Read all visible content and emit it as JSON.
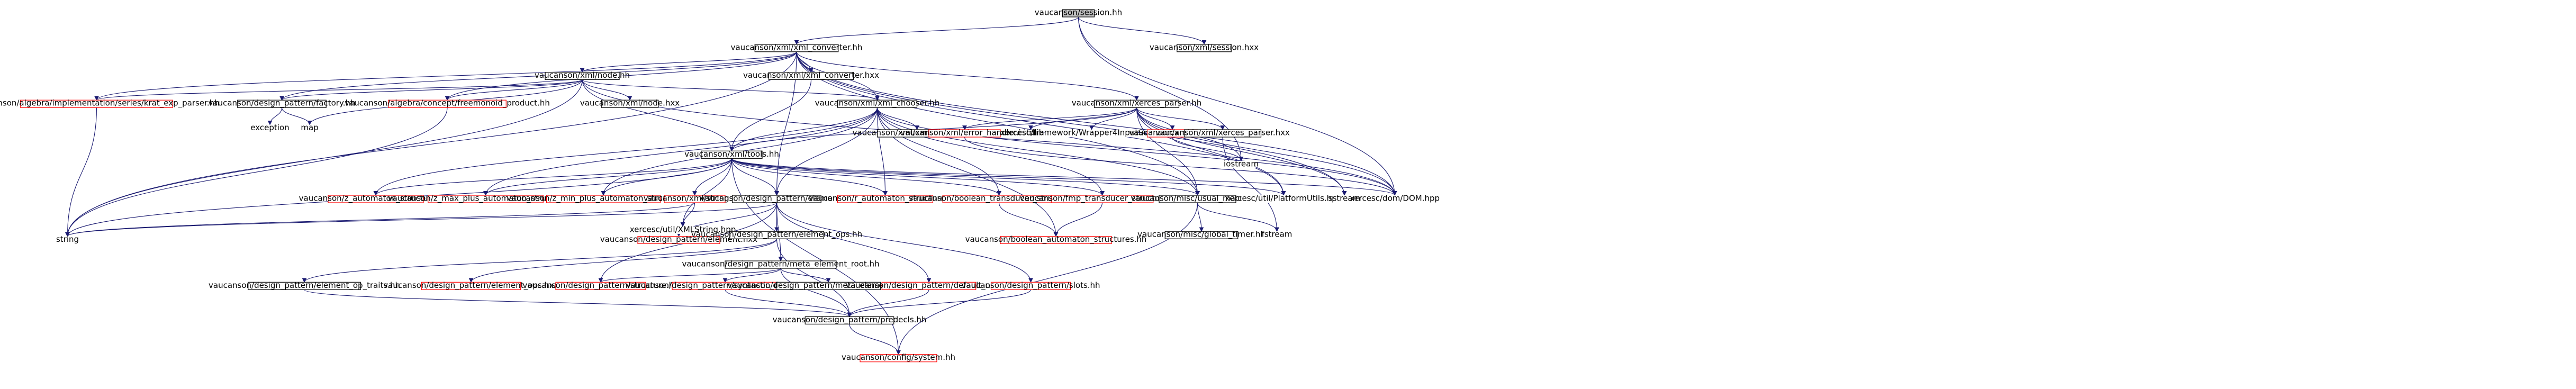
{
  "colors": {
    "edge": "#191970",
    "root_fill": "#bfbfbf",
    "node_border": "#000000",
    "missing_border": "#ff0000",
    "fill": "#ffffff"
  },
  "nodes": [
    {
      "id": "n0",
      "label": "vaucanson/session.hh",
      "kind": "root"
    },
    {
      "id": "n1",
      "label": "vaucanson/xml/xml_converter.hh",
      "kind": "normal"
    },
    {
      "id": "n2",
      "label": "vaucanson/xml/session.hxx",
      "kind": "normal"
    },
    {
      "id": "n3",
      "label": "vaucanson/xml/node.hh",
      "kind": "normal"
    },
    {
      "id": "n4",
      "label": "vaucanson/xml/xml_converter.hxx",
      "kind": "normal"
    },
    {
      "id": "n5",
      "label": "vaucanson/algebra/implementation/series/krat_exp_parser.hh",
      "kind": "missing"
    },
    {
      "id": "n6",
      "label": "vaucanson/design_pattern/factory.hh",
      "kind": "normal"
    },
    {
      "id": "n7",
      "label": "vaucanson/algebra/concept/freemonoid_product.hh",
      "kind": "missing"
    },
    {
      "id": "n8",
      "label": "vaucanson/xml/node.hxx",
      "kind": "normal"
    },
    {
      "id": "n9",
      "label": "vaucanson/xml/xml_chooser.hh",
      "kind": "normal"
    },
    {
      "id": "n10",
      "label": "vaucanson/xml/xerces_parser.hh",
      "kind": "normal"
    },
    {
      "id": "n11",
      "label": "exception",
      "kind": "plain"
    },
    {
      "id": "n12",
      "label": "map",
      "kind": "plain"
    },
    {
      "id": "n13",
      "label": "vaucanson/xml/xml_chooser.hxx",
      "kind": "normal"
    },
    {
      "id": "n14",
      "label": "vaucanson/xml/error_handler.hh",
      "kind": "missing"
    },
    {
      "id": "n15",
      "label": "cstdlib",
      "kind": "plain"
    },
    {
      "id": "n16",
      "label": "xercesc/framework/Wrapper4InputSource.hpp",
      "kind": "plain"
    },
    {
      "id": "n17",
      "label": "vaucanson/xml/ios.hh",
      "kind": "missing"
    },
    {
      "id": "n18",
      "label": "vaucanson/xml/xerces_parser.hxx",
      "kind": "normal"
    },
    {
      "id": "n19",
      "label": "vaucanson/xml/tools.hh",
      "kind": "normal"
    },
    {
      "id": "n20",
      "label": "vaucanson/z_automaton_structures.hh",
      "kind": "missing"
    },
    {
      "id": "n21",
      "label": "vaucanson/z_max_plus_automaton_structures.hh",
      "kind": "missing"
    },
    {
      "id": "n22",
      "label": "vaucanson/z_min_plus_automaton_structures.hh",
      "kind": "missing"
    },
    {
      "id": "n23",
      "label": "vaucanson/xml/strings.hh",
      "kind": "missing"
    },
    {
      "id": "n24",
      "label": "vaucanson/design_pattern/element.hh",
      "kind": "normal"
    },
    {
      "id": "n25",
      "label": "vaucanson/r_automaton_structures.hh",
      "kind": "missing"
    },
    {
      "id": "n26",
      "label": "vaucanson/boolean_transducer_structures.hh",
      "kind": "missing"
    },
    {
      "id": "n27",
      "label": "vaucanson/fmp_transducer_structures.hh",
      "kind": "missing"
    },
    {
      "id": "n28",
      "label": "vaucanson/misc/usual_macros.hh",
      "kind": "normal"
    },
    {
      "id": "n29",
      "label": "xercesc/util/PlatformUtils.hpp",
      "kind": "plain"
    },
    {
      "id": "n30",
      "label": "sstream",
      "kind": "plain"
    },
    {
      "id": "n31",
      "label": "xercesc/dom/DOM.hpp",
      "kind": "plain"
    },
    {
      "id": "n32",
      "label": "iostream",
      "kind": "plain"
    },
    {
      "id": "n33",
      "label": "string",
      "kind": "plain"
    },
    {
      "id": "n34",
      "label": "xercesc/util/XMLString.hpp",
      "kind": "plain"
    },
    {
      "id": "n35",
      "label": "vaucanson/design_pattern/element.hxx",
      "kind": "missing"
    },
    {
      "id": "n36",
      "label": "vaucanson/design_pattern/element_ops.hh",
      "kind": "normal"
    },
    {
      "id": "n37",
      "label": "vaucanson/boolean_automaton_structures.hh",
      "kind": "missing"
    },
    {
      "id": "n38",
      "label": "vaucanson/misc/global_timer.hh",
      "kind": "normal"
    },
    {
      "id": "n39",
      "label": "fstream",
      "kind": "plain"
    },
    {
      "id": "n40",
      "label": "vaucanson/design_pattern/meta_element_root.hh",
      "kind": "normal"
    },
    {
      "id": "n41",
      "label": "vaucanson/design_pattern/element_op_traits.hh",
      "kind": "normal"
    },
    {
      "id": "n42",
      "label": "vaucanson/design_pattern/element_ops.hxx",
      "kind": "missing"
    },
    {
      "id": "n43",
      "label": "vaucanson/design_pattern/structure.hh",
      "kind": "missing"
    },
    {
      "id": "n44",
      "label": "vaucanson/design_pattern/syntactic_decorator.hh",
      "kind": "missing"
    },
    {
      "id": "n45",
      "label": "vaucanson/design_pattern/meta_element_root.hxx",
      "kind": "normal"
    },
    {
      "id": "n46",
      "label": "vaucanson/design_pattern/default_ops.hh",
      "kind": "missing"
    },
    {
      "id": "n47",
      "label": "vaucanson/design_pattern/slots.hh",
      "kind": "missing"
    },
    {
      "id": "n48",
      "label": "vaucanson/design_pattern/predecls.hh",
      "kind": "normal"
    },
    {
      "id": "n49",
      "label": "vaucanson/config/system.hh",
      "kind": "missing"
    }
  ],
  "edges": [
    [
      "n0",
      "n1"
    ],
    [
      "n0",
      "n2"
    ],
    [
      "n0",
      "n31"
    ],
    [
      "n0",
      "n32"
    ],
    [
      "n1",
      "n3"
    ],
    [
      "n1",
      "n4"
    ],
    [
      "n1",
      "n6"
    ],
    [
      "n1",
      "n9"
    ],
    [
      "n1",
      "n10"
    ],
    [
      "n1",
      "n24"
    ],
    [
      "n1",
      "n28"
    ],
    [
      "n1",
      "n29"
    ],
    [
      "n1",
      "n30"
    ],
    [
      "n1",
      "n31"
    ],
    [
      "n1",
      "n33"
    ],
    [
      "n1",
      "n5"
    ],
    [
      "n1",
      "n7"
    ],
    [
      "n3",
      "n5"
    ],
    [
      "n3",
      "n6"
    ],
    [
      "n3",
      "n7"
    ],
    [
      "n3",
      "n8"
    ],
    [
      "n3",
      "n9"
    ],
    [
      "n3",
      "n19"
    ],
    [
      "n3",
      "n31"
    ],
    [
      "n3",
      "n33"
    ],
    [
      "n3",
      "n12"
    ],
    [
      "n4",
      "n19"
    ],
    [
      "n6",
      "n11"
    ],
    [
      "n6",
      "n12"
    ],
    [
      "n7",
      "n33"
    ],
    [
      "n5",
      "n33"
    ],
    [
      "n9",
      "n13"
    ],
    [
      "n9",
      "n19"
    ],
    [
      "n9",
      "n20"
    ],
    [
      "n9",
      "n21"
    ],
    [
      "n9",
      "n22"
    ],
    [
      "n9",
      "n24"
    ],
    [
      "n9",
      "n25"
    ],
    [
      "n9",
      "n26"
    ],
    [
      "n9",
      "n27"
    ],
    [
      "n9",
      "n28"
    ],
    [
      "n9",
      "n31"
    ],
    [
      "n9",
      "n37"
    ],
    [
      "n10",
      "n14"
    ],
    [
      "n10",
      "n15"
    ],
    [
      "n10",
      "n16"
    ],
    [
      "n10",
      "n17"
    ],
    [
      "n10",
      "n18"
    ],
    [
      "n10",
      "n19"
    ],
    [
      "n10",
      "n28"
    ],
    [
      "n10",
      "n29"
    ],
    [
      "n10",
      "n30"
    ],
    [
      "n10",
      "n31"
    ],
    [
      "n10",
      "n32"
    ],
    [
      "n14",
      "n31"
    ],
    [
      "n17",
      "n32"
    ],
    [
      "n18",
      "n39"
    ],
    [
      "n19",
      "n20"
    ],
    [
      "n19",
      "n21"
    ],
    [
      "n19",
      "n22"
    ],
    [
      "n19",
      "n23"
    ],
    [
      "n19",
      "n24"
    ],
    [
      "n19",
      "n25"
    ],
    [
      "n19",
      "n26"
    ],
    [
      "n19",
      "n27"
    ],
    [
      "n19",
      "n28"
    ],
    [
      "n19",
      "n29"
    ],
    [
      "n19",
      "n31"
    ],
    [
      "n19",
      "n33"
    ],
    [
      "n19",
      "n34"
    ],
    [
      "n19",
      "n49"
    ],
    [
      "n23",
      "n33"
    ],
    [
      "n23",
      "n34"
    ],
    [
      "n24",
      "n35"
    ],
    [
      "n24",
      "n36"
    ],
    [
      "n24",
      "n40"
    ],
    [
      "n24",
      "n43"
    ],
    [
      "n24",
      "n46"
    ],
    [
      "n24",
      "n47"
    ],
    [
      "n24",
      "n33"
    ],
    [
      "n26",
      "n37"
    ],
    [
      "n27",
      "n37"
    ],
    [
      "n28",
      "n38"
    ],
    [
      "n28",
      "n39"
    ],
    [
      "n28",
      "n49"
    ],
    [
      "n36",
      "n41"
    ],
    [
      "n36",
      "n42"
    ],
    [
      "n36",
      "n48"
    ],
    [
      "n40",
      "n43"
    ],
    [
      "n40",
      "n44"
    ],
    [
      "n40",
      "n45"
    ],
    [
      "n40",
      "n48"
    ],
    [
      "n41",
      "n48"
    ],
    [
      "n44",
      "n48"
    ],
    [
      "n46",
      "n48"
    ],
    [
      "n47",
      "n48"
    ],
    [
      "n48",
      "n49"
    ]
  ]
}
